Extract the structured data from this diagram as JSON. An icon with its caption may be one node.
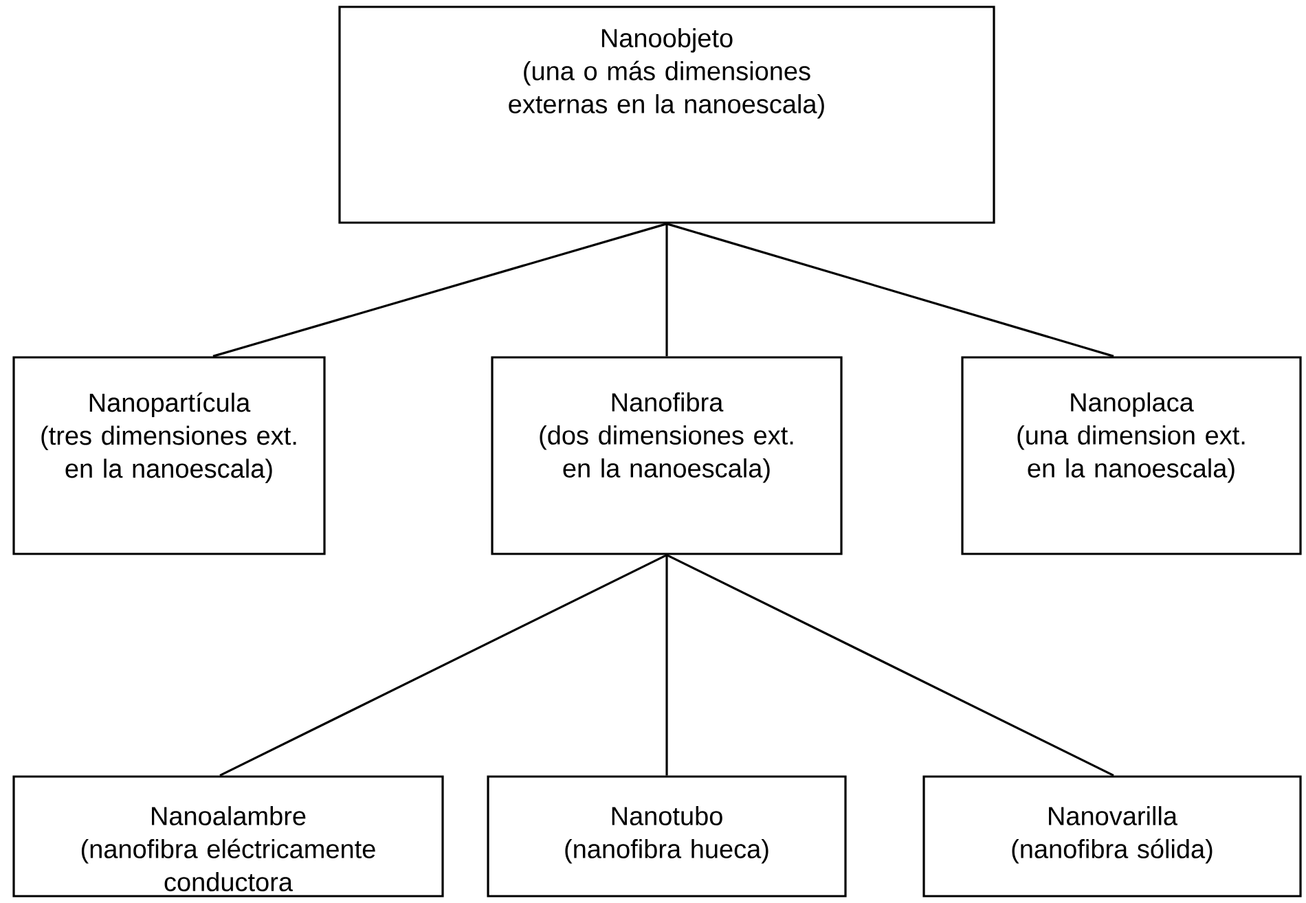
{
  "diagram": {
    "nodes": [
      {
        "text": [
          "Nanoobjeto",
          "(una o más dimensiones externas en la nanoescala)"
        ]
      },
      {
        "text": [
          "Nanopartícula",
          "(tres dimensiones ext. en la nanoescala)"
        ]
      },
      {
        "text": [
          "Nanofibra",
          "(dos dimensiones ext. en la nanoescala)"
        ]
      },
      {
        "text": [
          "Nanoplaca",
          "(una dimension ext. en la nanoescala)"
        ]
      },
      {
        "text": [
          "Nanoalambre",
          "(nanofibra eléctricamente conductora"
        ]
      },
      {
        "text": [
          "Nanotubo",
          "(nanofibra hueca)"
        ]
      },
      {
        "text": [
          "Nanovarilla",
          "(nanofibra sólida)"
        ]
      }
    ],
    "edges": [
      {
        "from": 0,
        "to": 1,
        "arrow": "none"
      },
      {
        "from": 0,
        "to": 2,
        "arrow": "none"
      },
      {
        "from": 0,
        "to": 3,
        "arrow": "none"
      },
      {
        "from": 2,
        "to": 4,
        "arrow": "none"
      },
      {
        "from": 2,
        "to": 5,
        "arrow": "none"
      },
      {
        "from": 2,
        "to": 6,
        "arrow": "none"
      }
    ]
  }
}
